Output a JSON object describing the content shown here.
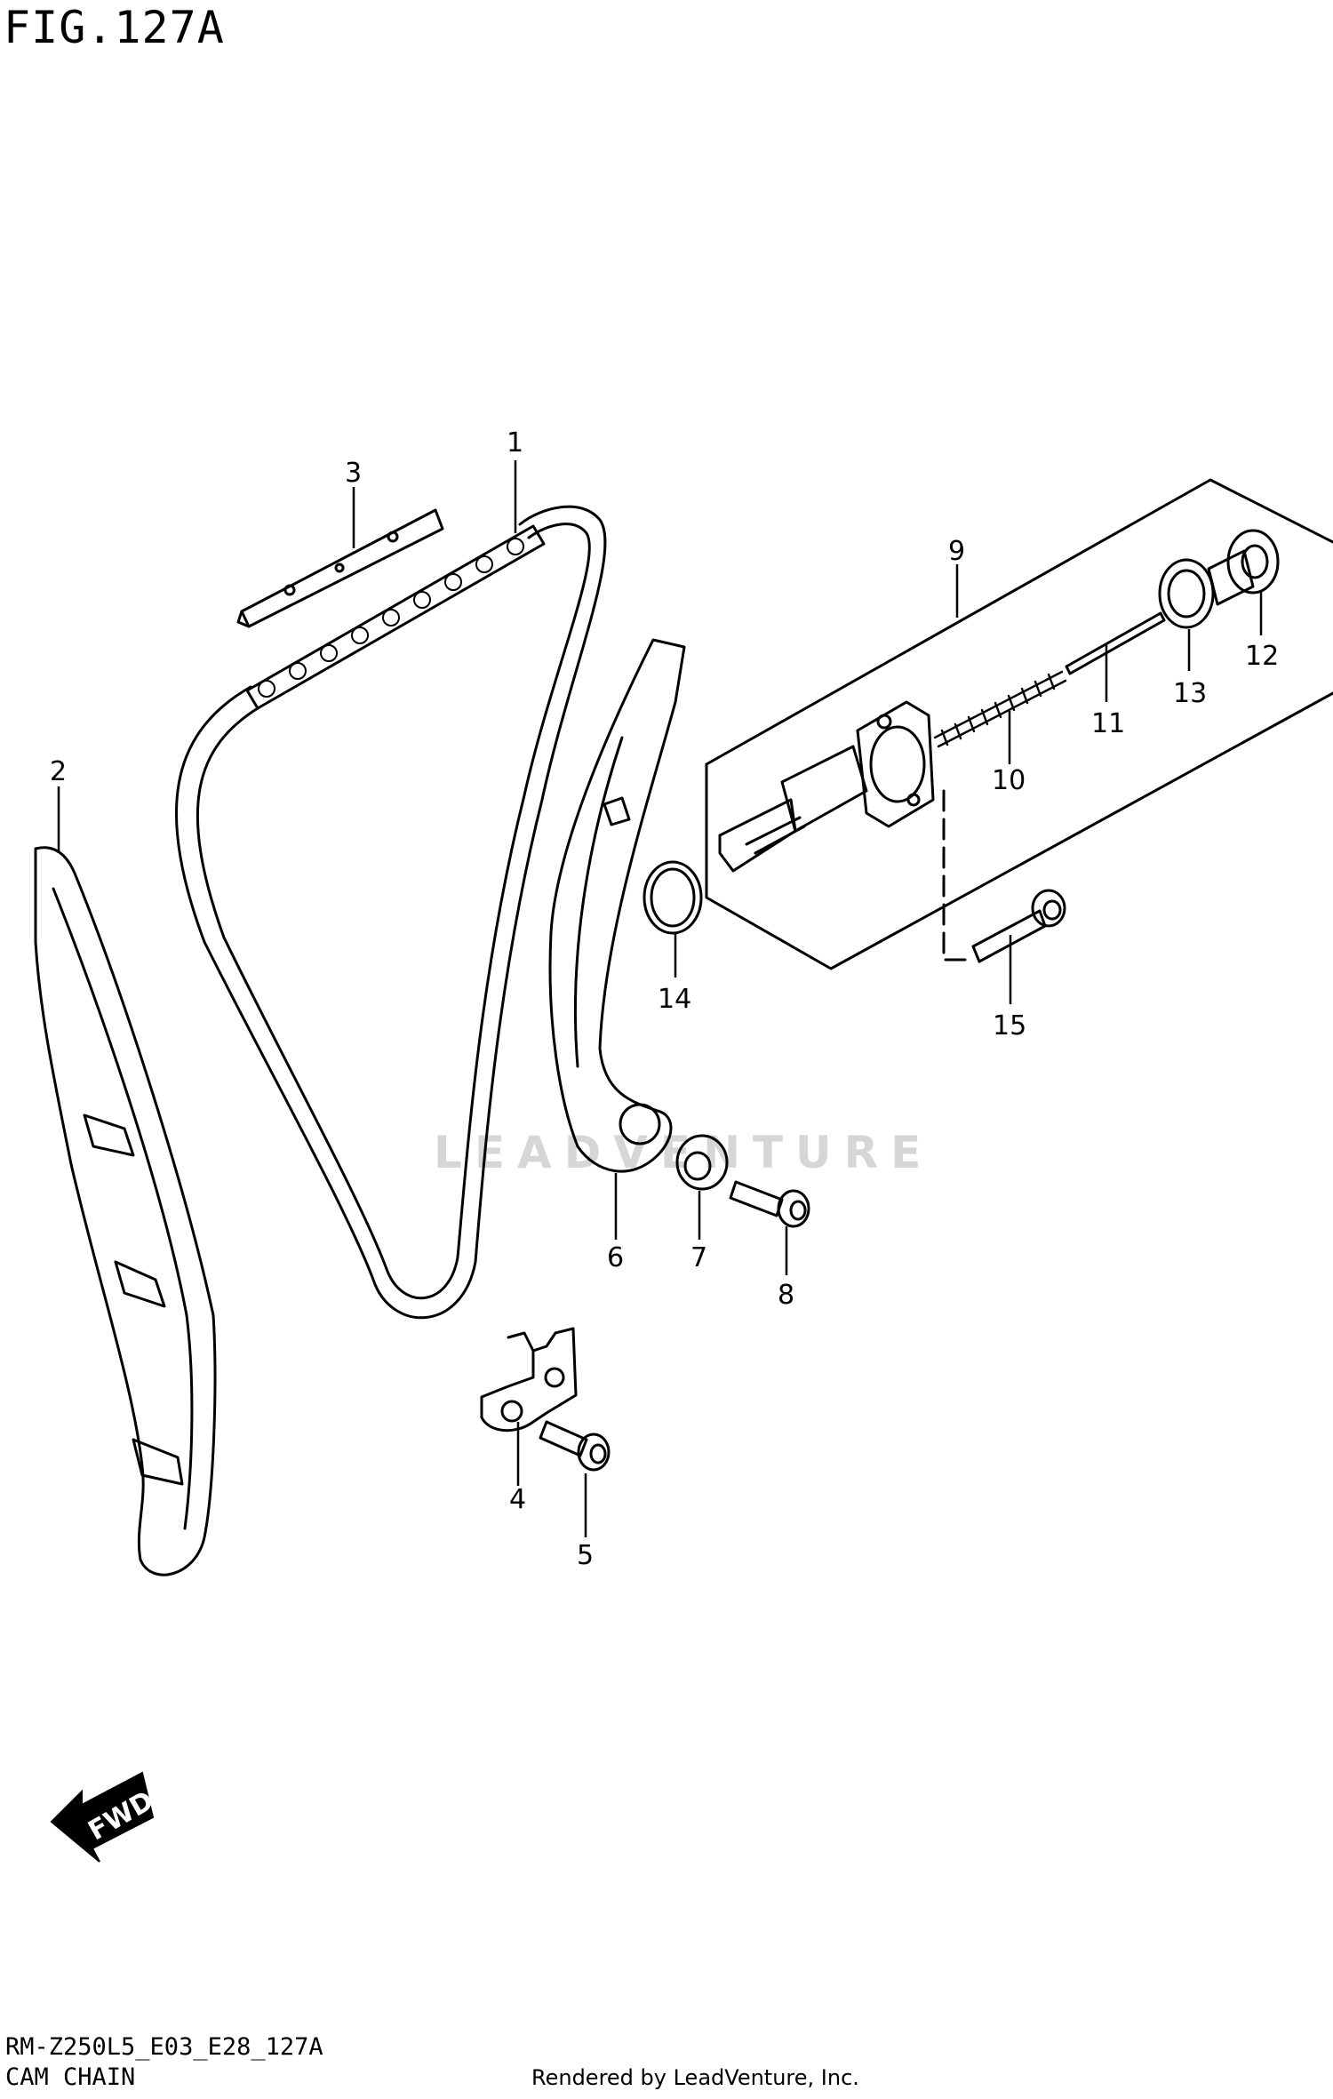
{
  "figure": {
    "title": "FIG.127A",
    "code": "RM-Z250L5_E03_E28_127A",
    "name": "CAM CHAIN"
  },
  "footer": {
    "rendered_by": "Rendered by LeadVenture, Inc."
  },
  "watermark": {
    "text": "LEADVENTURE"
  },
  "direction_arrow": {
    "label": "FWD"
  },
  "callouts": [
    "1",
    "2",
    "3",
    "4",
    "5",
    "6",
    "7",
    "8",
    "9",
    "10",
    "11",
    "12",
    "13",
    "14",
    "15"
  ],
  "colors": {
    "line": "#000000",
    "background": "#ffffff",
    "watermark": "#d6d6d6"
  }
}
